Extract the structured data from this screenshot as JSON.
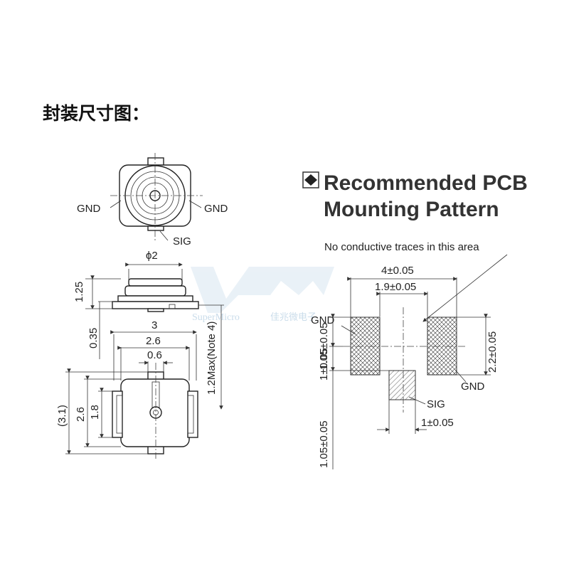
{
  "title": "封装尺寸图：",
  "pcb_title_line1": "Recommended PCB",
  "pcb_title_line2": "Mounting Pattern",
  "watermark": {
    "brand": "SuperMicro",
    "brand_cn": "佳兆微电子"
  },
  "top_view": {
    "gnd_left": "GND",
    "gnd_right": "GND",
    "sig": "SIG"
  },
  "side_view": {
    "phi": "ϕ2",
    "h1": "1.25",
    "h2": "0.35",
    "max": "1.2Max(Note 4)"
  },
  "bottom_view": {
    "w3": "3",
    "w26": "2.6",
    "w06": "0.6",
    "h31": "(3.1)",
    "h26": "2.6",
    "h18": "1.8"
  },
  "pcb": {
    "note": "No conductive traces in this area",
    "d4": "4±0.05",
    "d19": "1.9±0.05",
    "gnd_left": "GND",
    "gnd_right": "GND",
    "sig": "SIG",
    "v105a": "1.05±0.05",
    "v1": "1±0.05",
    "v105b": "1.05±0.05",
    "v22": "2.2±0.05",
    "h1": "1±0.05"
  }
}
